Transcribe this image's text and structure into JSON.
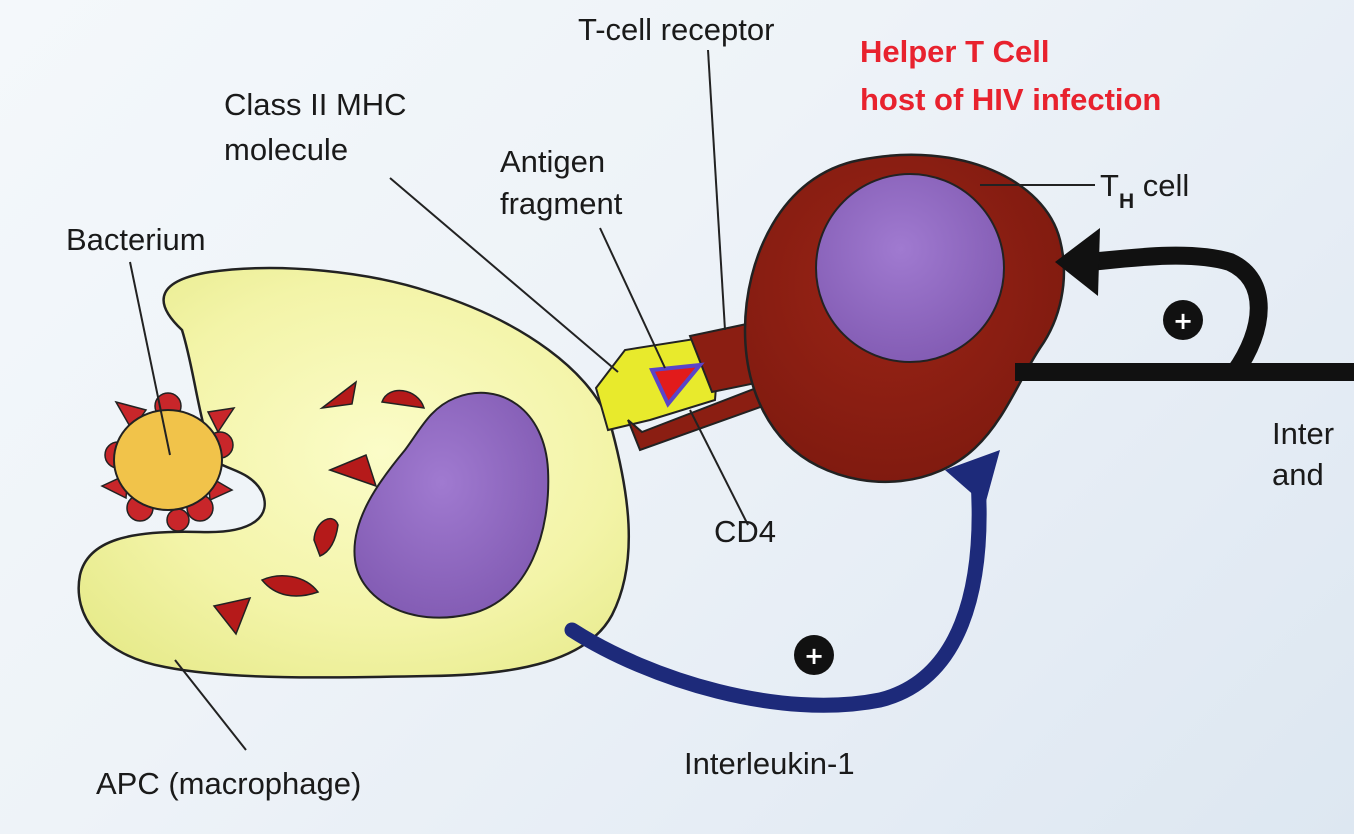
{
  "title": {
    "line1": "Helper T Cell",
    "line2": "host of HIV infection",
    "color": "#e8222e"
  },
  "labels": {
    "t_cell_receptor": "T-cell receptor",
    "class_ii_mhc_line1": "Class II MHC",
    "class_ii_mhc_line2": "molecule",
    "antigen_line1": "Antigen",
    "antigen_line2": "fragment",
    "bacterium": "Bacterium",
    "th_cell_main": "T",
    "th_cell_sub": "H",
    "th_cell_suffix": " cell",
    "cd4": "CD4",
    "apc": "APC (macrophage)",
    "interleukin_1": "Interleukin-1",
    "cut_line1": "Inter",
    "cut_line2": "and"
  },
  "signals": {
    "plus_symbol": "+"
  },
  "colors": {
    "apc_fill": "#f3f4a8",
    "nucleus": "#8f67bd",
    "th_cell": "#8b1e12",
    "bacterium": "#f1c34a",
    "antigen_red": "#c81a1a",
    "il1_arrow": "#1d2a7a",
    "feedback_arrow": "#111111",
    "mhc_yellow": "#e8ea2c"
  }
}
